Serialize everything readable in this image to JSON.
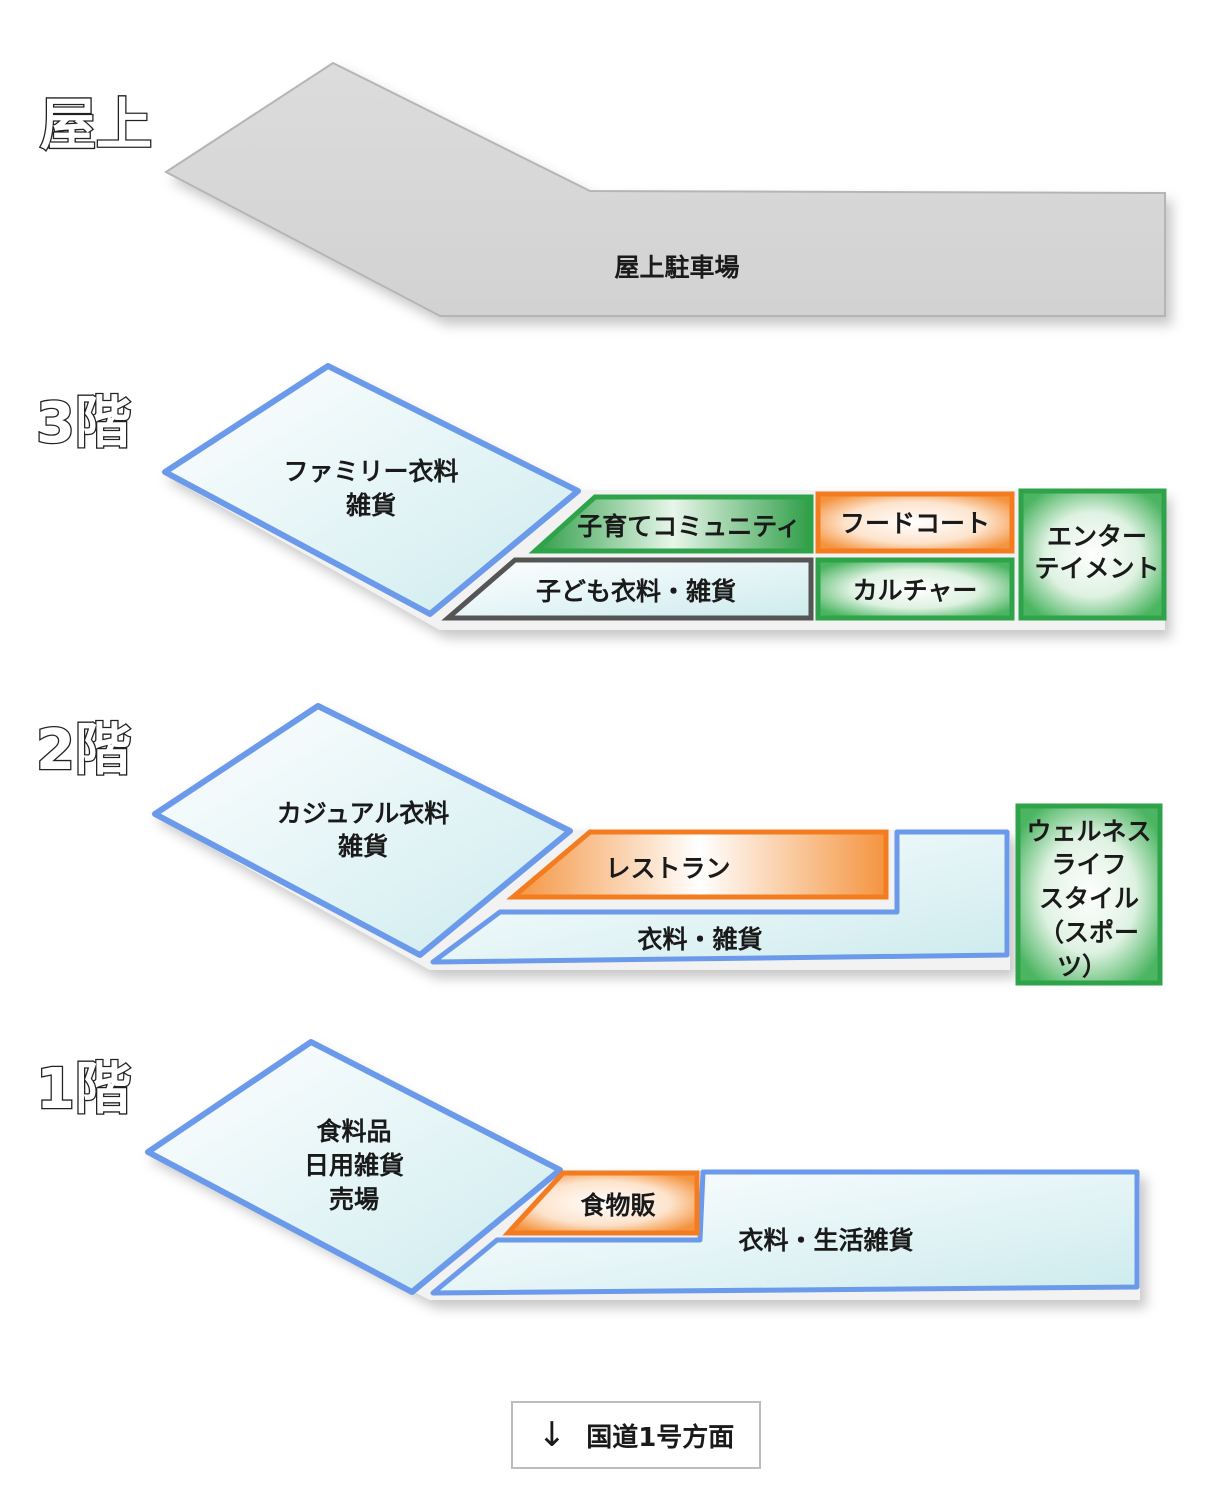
{
  "floors": {
    "roof": {
      "label": "屋上",
      "zones": {
        "parking": "屋上駐車場"
      }
    },
    "f3": {
      "label": "3階",
      "zones": {
        "family": [
          "ファミリー衣料",
          "雑貨"
        ],
        "childcare": "子育てコミュニティ",
        "food_court": "フードコート",
        "entertainment": [
          "エンター",
          "テイメント"
        ],
        "kids_clothing": "子ども衣料・雑貨",
        "culture": "カルチャー"
      }
    },
    "f2": {
      "label": "2階",
      "zones": {
        "casual": [
          "カジュアル衣料",
          "雑貨"
        ],
        "restaurant": "レストラン",
        "clothing": "衣料・雑貨",
        "wellness": [
          "ウェルネス",
          "ライフ",
          "スタイル",
          "（スポー",
          "ツ）"
        ]
      }
    },
    "f1": {
      "label": "1階",
      "zones": {
        "food": [
          "食料品",
          "日用雑貨",
          "売場"
        ],
        "food_stall": "食物販",
        "clothing_living": "衣料・生活雑貨"
      }
    }
  },
  "direction": {
    "arrow": "↓",
    "label": "国道1号方面"
  },
  "colors": {
    "blue_outline": "#6b9aea",
    "green": "#2ea34a",
    "orange": "#f47c20",
    "gray_outline": "#555555",
    "roof_fill": "#d9d9d9"
  }
}
